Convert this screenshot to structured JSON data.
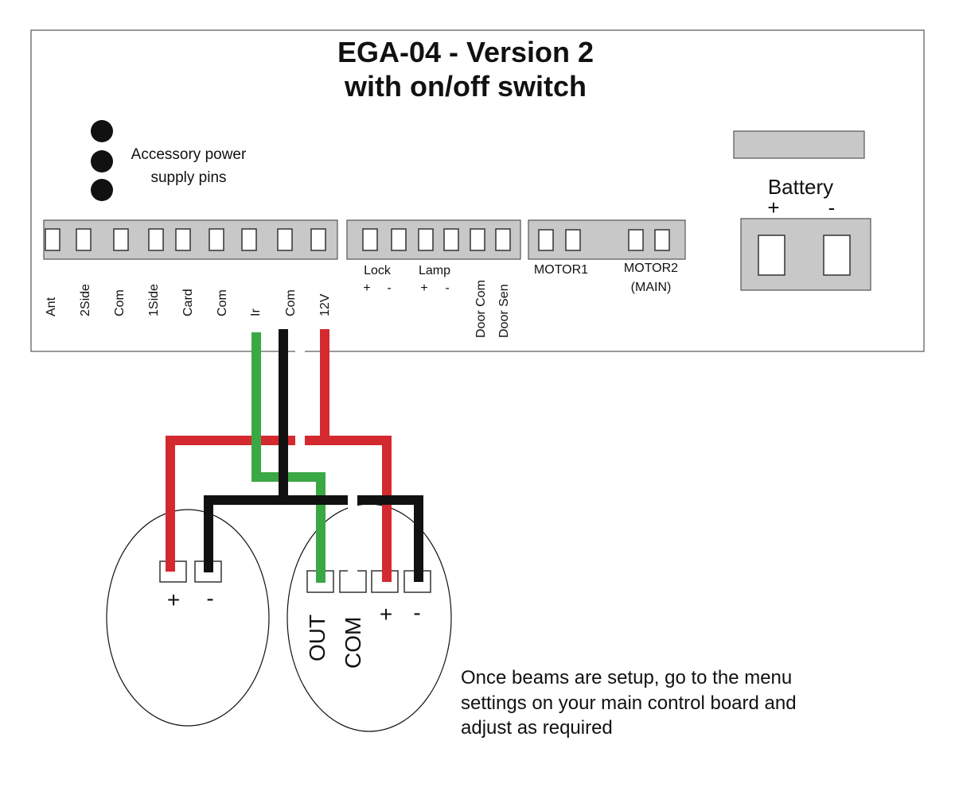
{
  "board": {
    "title_line1": "EGA-04 - Version 2",
    "title_line2": "with on/off switch",
    "accessory_line1": "Accessory power",
    "accessory_line2": "supply pins",
    "battery_label": "Battery",
    "battery_plus": "+",
    "battery_minus": "-",
    "main_terminals": [
      "Ant",
      "2Side",
      "Com",
      "1Side",
      "Card",
      "Com",
      "Ir",
      "Com",
      "12V"
    ],
    "lock_label": "Lock",
    "lamp_label": "Lamp",
    "lock_plus": "+",
    "lock_minus": "-",
    "lamp_plus": "+",
    "lamp_minus": "-",
    "door_com": "Door Com",
    "door_sen": "Door Sen",
    "motor1": "MOTOR1",
    "motor2_line1": "MOTOR2",
    "motor2_line2": "(MAIN)"
  },
  "beam_tx": {
    "plus": "+",
    "minus": "-"
  },
  "beam_rx": {
    "out": "OUT",
    "com": "COM",
    "plus": "+",
    "minus": "-"
  },
  "note": {
    "line1": "Once beams are setup, go to the menu",
    "line2": "settings on your main control board and",
    "line3": "adjust as required"
  },
  "colors": {
    "red_wire": "#d42a2f",
    "green_wire": "#3aa844",
    "black_wire": "#111111",
    "white_wire": "#ffffff"
  }
}
